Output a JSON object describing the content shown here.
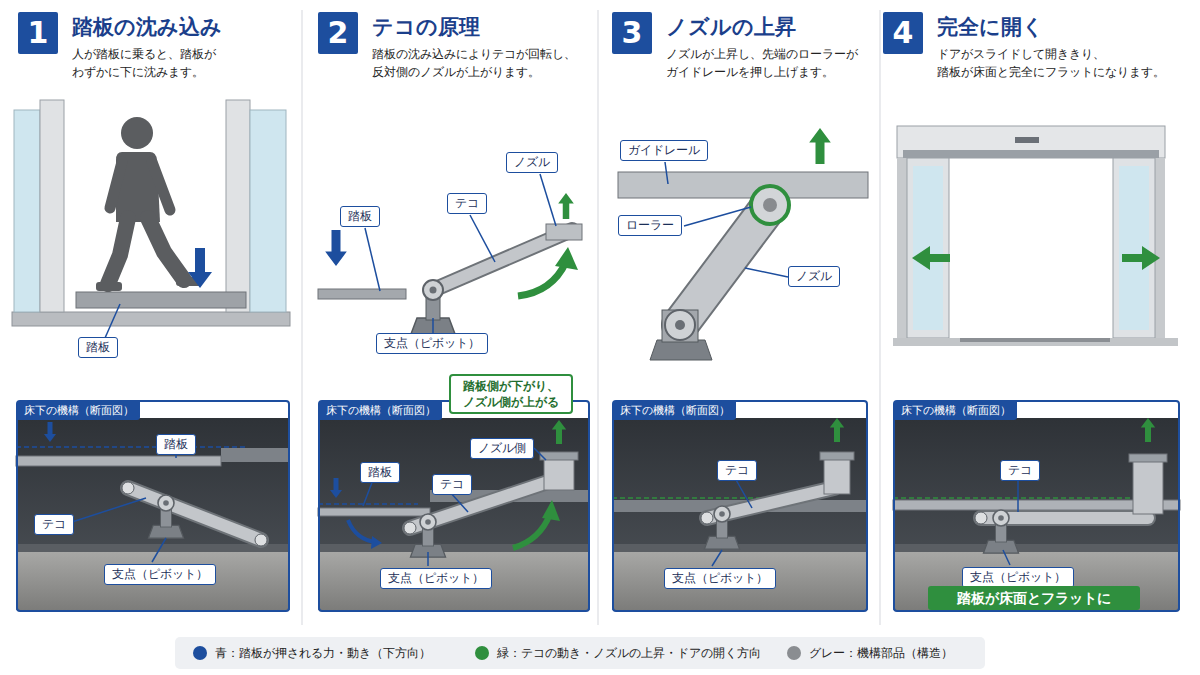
{
  "diagram": {
    "nodes": [
      {
        "text": [
          "1",
          "踏板の沈み込み",
          "人が踏板に乗ると、踏板が わずかに下に沈みます。"
        ]
      },
      {
        "text": [
          "踏板"
        ]
      },
      {
        "text": [
          "床下の機構（断面図）"
        ]
      },
      {
        "text": [
          "踏板"
        ],
        "in": 2
      },
      {
        "text": [
          "テコ"
        ],
        "in": 2
      },
      {
        "text": [
          "支点（ピボット）"
        ],
        "in": 2
      },
      {
        "text": [
          "2",
          "テコの原理",
          "踏板の沈み込みによりテコが回転し、 反対側のノズルが上がります。"
        ]
      },
      {
        "text": [
          "踏板"
        ]
      },
      {
        "text": [
          "テコ"
        ]
      },
      {
        "text": [
          "ノズル"
        ]
      },
      {
        "text": [
          "支点（ピボット）"
        ]
      },
      {
        "text": [
          "床下の機構（断面図）"
        ]
      },
      {
        "text": [
          "踏板側が下がり、 ノズル側が上がる"
        ],
        "in": 11
      },
      {
        "text": [
          "踏板"
        ],
        "in": 11
      },
      {
        "text": [
          "テコ"
        ],
        "in": 11
      },
      {
        "text": [
          "ノズル側"
        ],
        "in": 11
      },
      {
        "text": [
          "支点（ピボット）"
        ],
        "in": 11
      },
      {
        "text": [
          "3",
          "ノズルの上昇",
          "ノズルが上昇し、先端のローラーが ガイドレールを押し上げます。"
        ]
      },
      {
        "text": [
          "ガイドレール"
        ]
      },
      {
        "text": [
          "ローラー"
        ]
      },
      {
        "text": [
          "ノズル"
        ]
      },
      {
        "text": [
          "床下の機構（断面図）"
        ]
      },
      {
        "text": [
          "テコ"
        ],
        "in": 21
      },
      {
        "text": [
          "支点（ピボット）"
        ],
        "in": 21
      },
      {
        "text": [
          "4",
          "完全に開く",
          "ドアがスライドして開ききり、 踏板が床面と完全にフラットになります。"
        ]
      },
      {
        "text": [
          "床下の機構（断面図）"
        ]
      },
      {
        "text": [
          "テコ"
        ],
        "in": 25
      },
      {
        "text": [
          "支点（ピボット）"
        ],
        "in": 25
      },
      {
        "text": [
          "踏板が床面とフラットに"
        ],
        "in": 25
      }
    ],
    "legend": [
      {
        "text": "青：踏板が押される力・動き（下方向）",
        "color": "#1d4e9e"
      },
      {
        "text": "緑：テコの動き・ノズルの上昇・ドアの開く方向",
        "color": "#2f8f3e"
      },
      {
        "text": "グレー：機構部品（構造）",
        "color": "#8a8d91"
      }
    ]
  }
}
